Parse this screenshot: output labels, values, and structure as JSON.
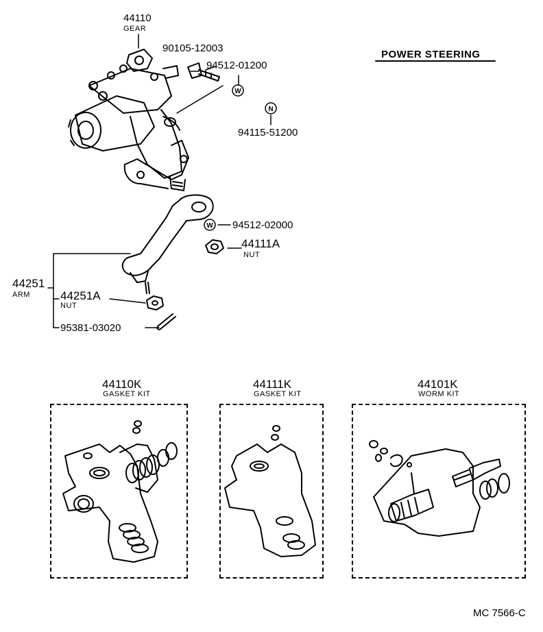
{
  "title": "POWER STEERING",
  "drawing_code": "MC 7566-C",
  "parts": {
    "gear": {
      "number": "44110",
      "name": "GEAR"
    },
    "bolt": {
      "number": "90105-12003"
    },
    "washer_upper": {
      "number": "94512-01200",
      "symbol": "W"
    },
    "nut_n": {
      "number": "94115-51200",
      "symbol": "N"
    },
    "washer_lower": {
      "number": "94512-02000",
      "symbol": "W"
    },
    "nut_arm": {
      "number": "44111A",
      "name": "NUT"
    },
    "arm": {
      "number": "44251",
      "name": "ARM"
    },
    "arm_nut": {
      "number": "44251A",
      "name": "NUT"
    },
    "cotter_pin": {
      "number": "95381-03020"
    }
  },
  "kits": [
    {
      "number": "44110K",
      "name": "GASKET KIT"
    },
    {
      "number": "44111K",
      "name": "GASKET KIT"
    },
    {
      "number": "44101K",
      "name": "WORM KIT"
    }
  ]
}
